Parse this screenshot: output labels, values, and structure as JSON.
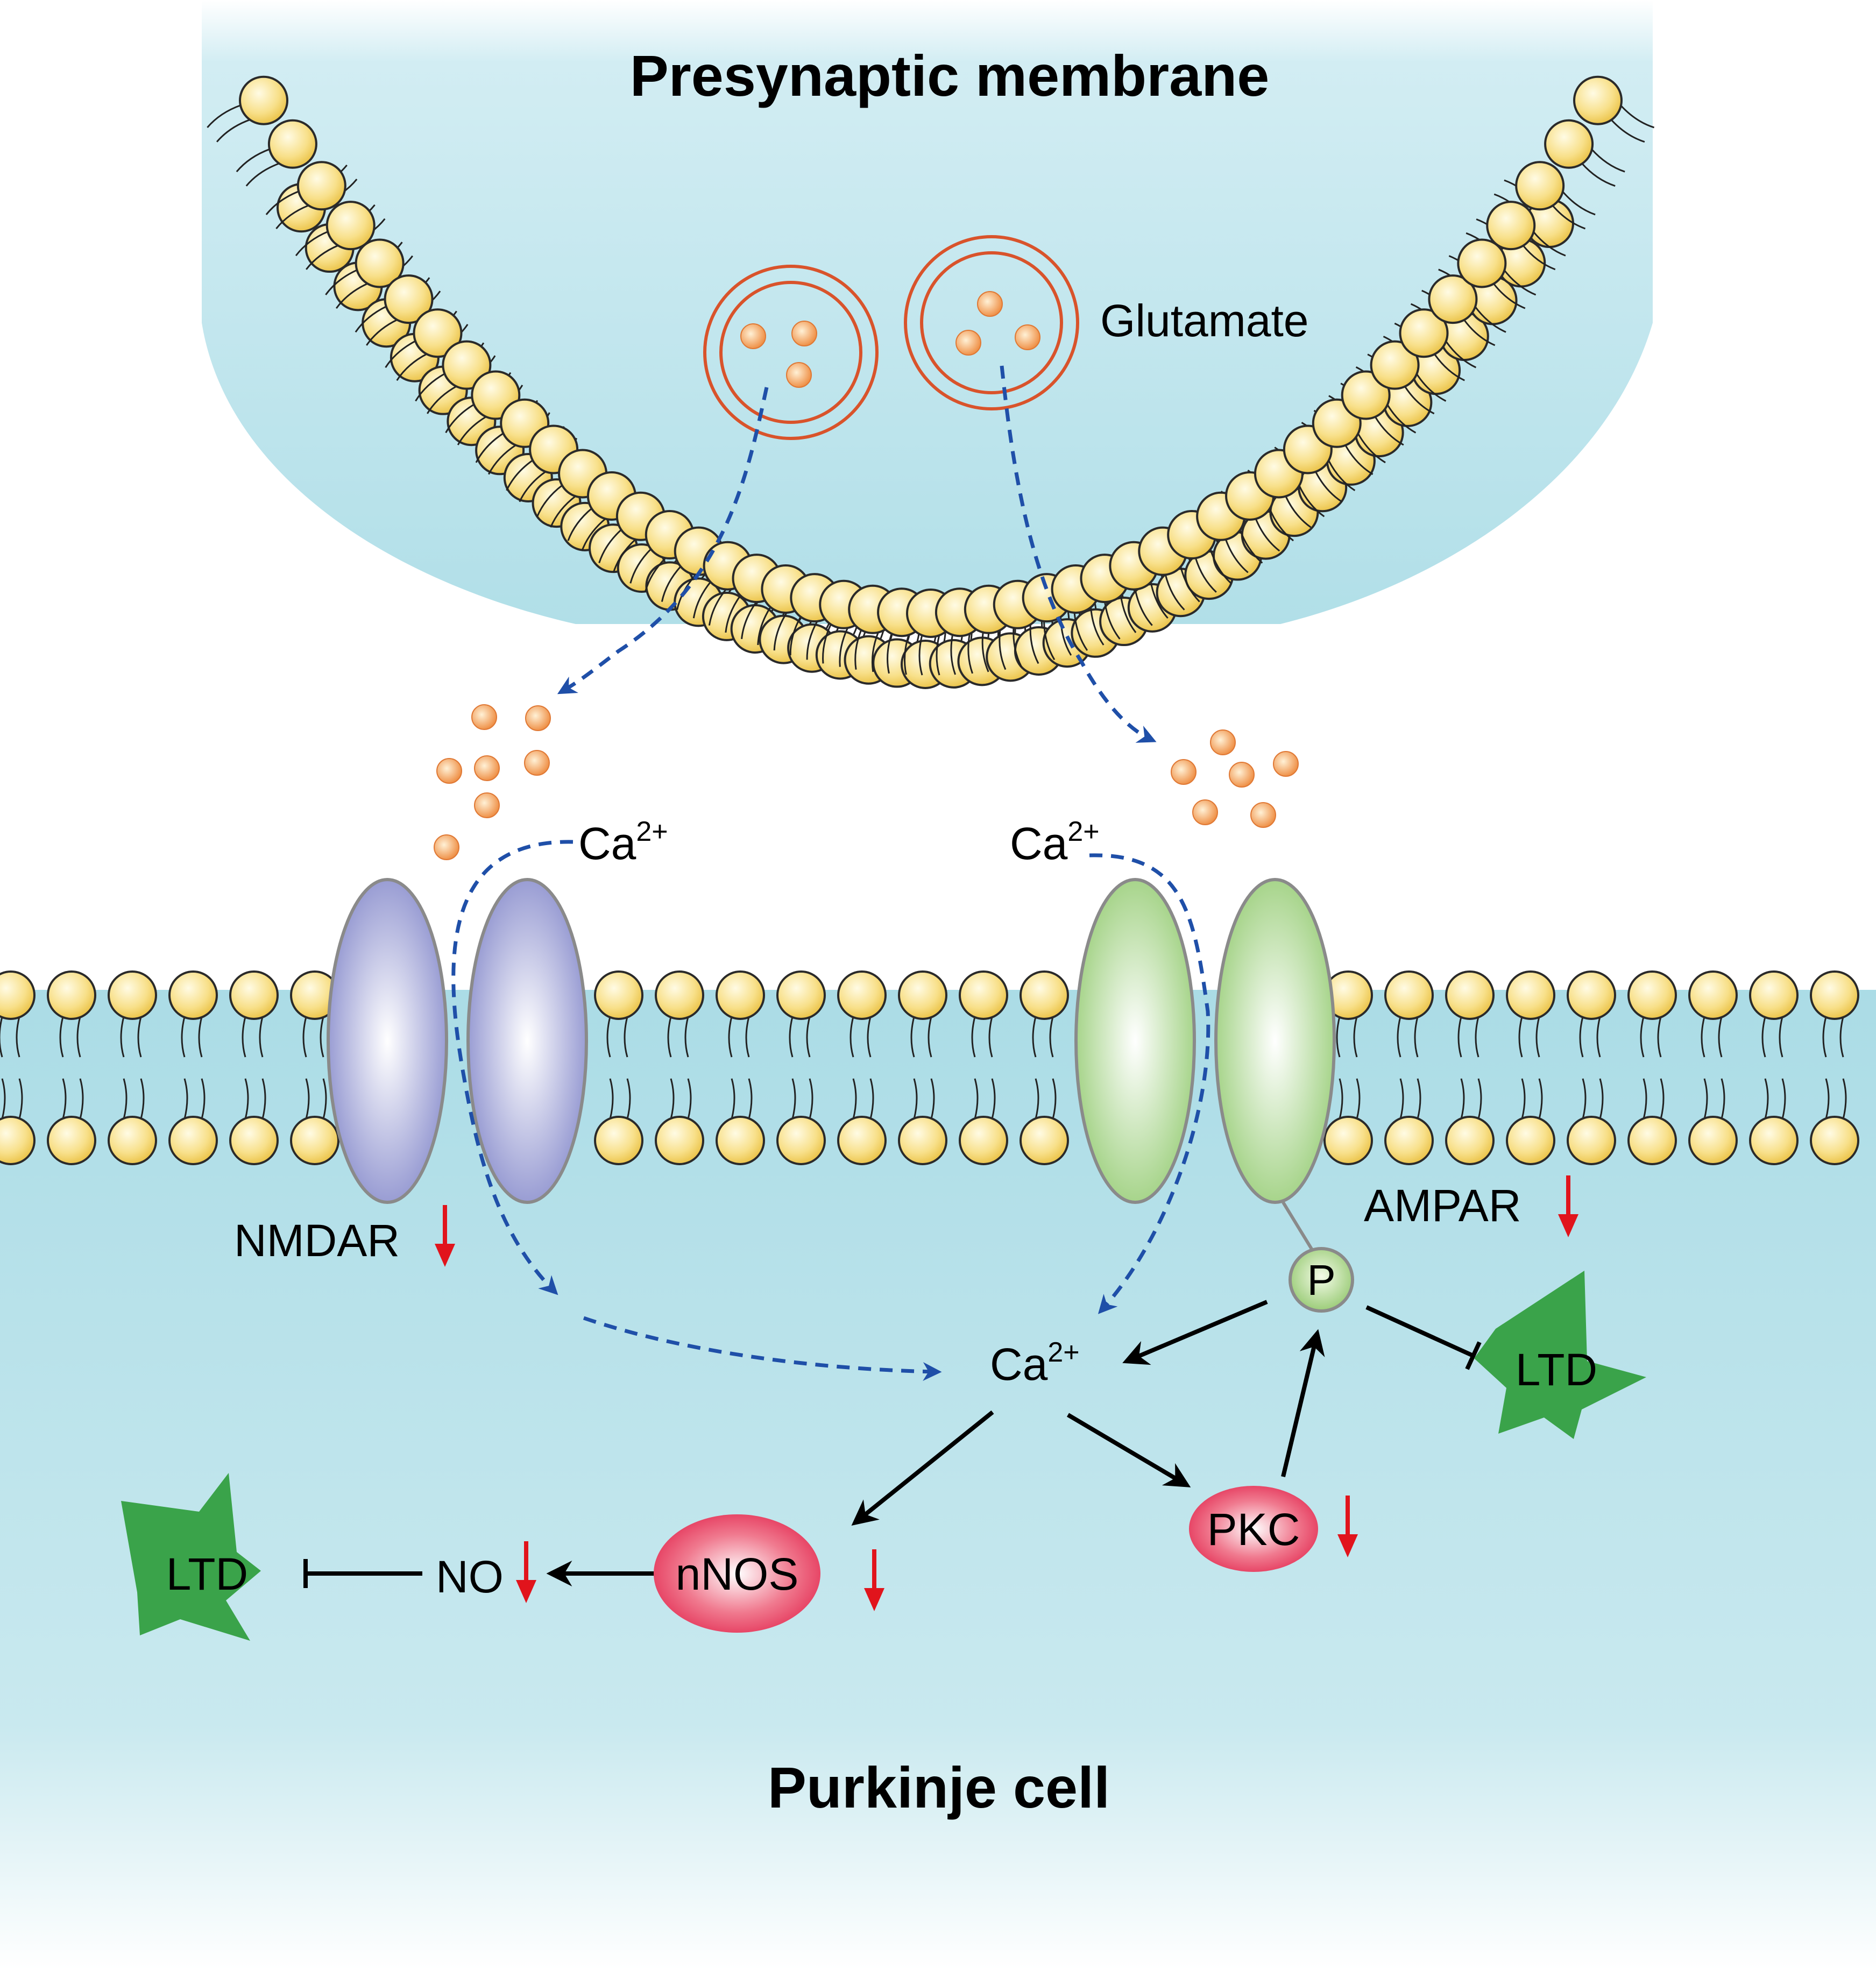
{
  "title_top": "Presynaptic membrane",
  "title_bottom": "Purkinje cell",
  "vesicle_label": "Glutamate",
  "ca_left": {
    "base": "Ca",
    "sup": "2+"
  },
  "ca_right": {
    "base": "Ca",
    "sup": "2+"
  },
  "ca_center": {
    "base": "Ca",
    "sup": "2+"
  },
  "receptors": {
    "nmdar": "NMDAR",
    "ampar": "AMPAR",
    "phospho": "P"
  },
  "nodes": {
    "pkc": "PKC",
    "nnos": "nNOS",
    "no": "NO",
    "ltd_right": "LTD",
    "ltd_left": "LTD"
  },
  "colors": {
    "background_cyto": "#bde3eb",
    "lipid_head": "#f6d766",
    "vesicle": "#d9532b",
    "glutamate": "#f0a060",
    "nmdar": "#9b9ed2",
    "ampar": "#a8d68c",
    "enzyme": "#e23a5a",
    "ltd_star": "#3aa34a",
    "dashed_arrow": "#1a49a3",
    "decrease_arrow": "#e1141c"
  }
}
